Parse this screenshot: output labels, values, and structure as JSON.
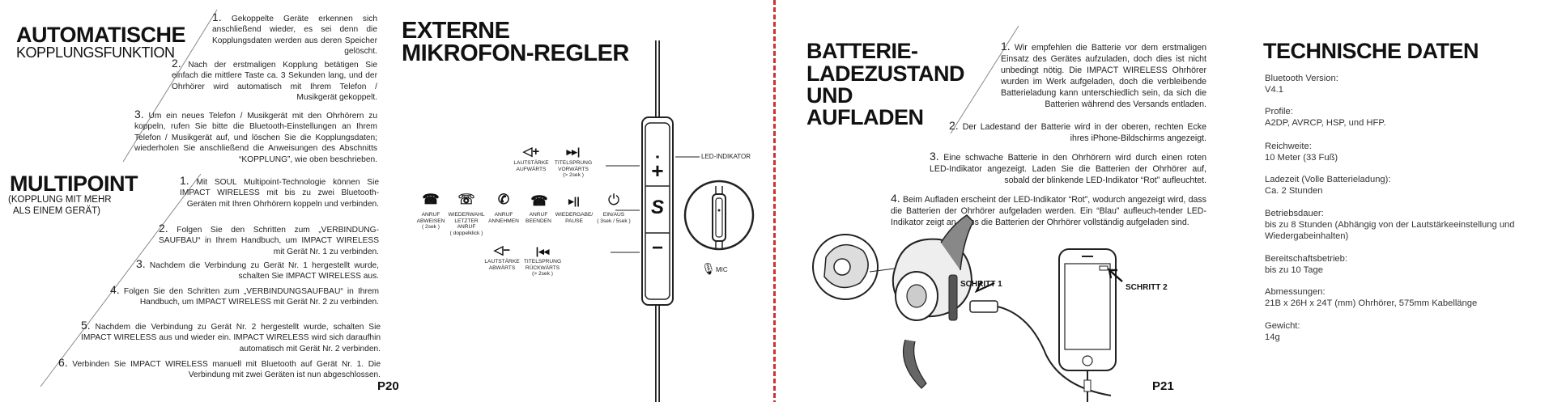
{
  "left_page": {
    "auto": {
      "title1": "AUTOMATISCHE",
      "title2": "KOPPLUNGSFUNKTION",
      "p1_num": "1.",
      "p1": "Gekoppelte Geräte erkennen sich anschließend wieder, es sei denn die Kopplungsdaten werden aus deren Speicher gelöscht.",
      "p2_num": "2.",
      "p2": "Nach der erstmaligen Kopplung betätigen Sie einfach die mittlere Taste ca. 3 Sekunden lang, und der Ohrhörer wird automatisch mit Ihrem Telefon / Musikgerät gekoppelt.",
      "p3_num": "3.",
      "p3": "Um ein neues Telefon / Musikgerät mit den Ohrhörern zu koppeln, rufen Sie bitte die Bluetooth-Einstellungen an Ihrem Telefon / Musikgerät auf, und löschen Sie die Kopplungsdaten; wiederholen Sie anschließend die Anweisungen des Abschnitts “KOPPLUNG”, wie oben beschrieben."
    },
    "multi": {
      "title": "MULTIPOINT",
      "subtitle1": "(KOPPLUNG MIT MEHR",
      "subtitle2": "ALS EINEM GERÄT)",
      "p1_num": "1.",
      "p1": "Mit SOUL Multipoint-Technologie können Sie IMPACT WIRELESS mit bis zu zwei Bluetooth-Geräten mit Ihren Ohrhörern koppeln und verbinden.",
      "p2_num": "2.",
      "p2": "Folgen Sie den Schritten zum „VERBINDUNG-SAUFBAU“ in Ihrem Handbuch, um IMPACT WIRELESS mit Gerät Nr. 1 zu verbinden.",
      "p3_num": "3.",
      "p3": "Nachdem die Verbindung zu Gerät Nr. 1 hergestellt wurde, schalten Sie IMPACT WIRELESS aus.",
      "p4_num": "4.",
      "p4": "Folgen Sie den Schritten zum „VERBINDUNGSAUFBAU“ in Ihrem Handbuch, um IMPACT WIRELESS mit Gerät Nr. 2 zu verbinden.",
      "p5_num": "5.",
      "p5": "Nachdem die Verbindung zu Gerät Nr. 2 hergestellt wurde, schalten Sie IMPACT WIRELESS aus und wieder ein. IMPACT WIRELESS wird sich daraufhin automatisch mit Gerät Nr. 2 verbinden.",
      "p6_num": "6.",
      "p6": "Verbinden Sie IMPACT WIRELESS manuell mit Bluetooth auf Gerät Nr. 1. Die Verbindung mit zwei Geräten ist nun abgeschlossen."
    },
    "mic": {
      "title1": "EXTERNE",
      "title2": "MIKROFON-REGLER",
      "led": "LED-INDIKATOR",
      "mic": "MIC",
      "vol_up_1": "LAUTSTÄRKE",
      "vol_up_2": "AUFWÄRTS",
      "next_1": "TITELSPRUNG",
      "next_2": "VORWÄRTS",
      "next_3": "(> 2sek )",
      "reject_1": "ANRUF",
      "reject_2": "ABWEISEN",
      "reject_3": "( 2sek )",
      "redial_1": "WIEDERWAHL",
      "redial_2": "LETZTER",
      "redial_3": "ANRUF",
      "redial_4": "( doppelklick )",
      "answer_1": "ANRUF",
      "answer_2": "ANNEHMEN",
      "end_1": "ANRUF",
      "end_2": "BEENDEN",
      "play_1": "WIEDERGABE/",
      "play_2": "PAUSE",
      "power_1": "EIN/AUS",
      "power_2": "( 3sek / 5sek )",
      "vol_down_1": "LAUTSTÄRKE",
      "vol_down_2": "ABWÄRTS",
      "prev_1": "TITELSPRUNG",
      "prev_2": "RÜCKWÄRTS",
      "prev_3": "(> 2sek )"
    },
    "page_num": "P20"
  },
  "right_page": {
    "battery": {
      "title1": "BATTERIE-",
      "title2": "LADEZUSTAND",
      "title3": "UND",
      "title4": "AUFLADEN",
      "p1_num": "1.",
      "p1": "Wir empfehlen die Batterie vor dem erstmaligen Einsatz des Gerätes aufzuladen, doch dies ist nicht unbedingt nötig. Die IMPACT WIRELESS Ohrhörer wurden im Werk aufgeladen, doch die verbleibende Batterieladung kann unterschiedlich sein, da sich die Batterien während des Versands entladen.",
      "p2_num": "2.",
      "p2": "Der Ladestand der Batterie wird in der oberen, rechten Ecke ihres iPhone-Bildschirms angezeigt.",
      "p3_num": "3.",
      "p3": "Eine schwache Batterie in den Ohrhörern wird durch einen roten LED-Indikator angezeigt. Laden Sie die Batterien der Ohrhörer auf, sobald der blinkende LED-Indikator “Rot” aufleuchtet.",
      "p4_num": "4.",
      "p4": "Beim Aufladen erscheint der LED-Indikator “Rot”, wodurch angezeigt wird, dass die Batterien der Ohrhörer aufgeladen werden. Ein “Blau” aufleuch-tender LED-Indikator zeigt an, dass die Batterien der Ohrhörer vollständig aufgeladen sind.",
      "step1": "SCHRITT 1",
      "step2": "SCHRITT 2"
    },
    "tech": {
      "title": "TECHNISCHE DATEN",
      "specs": [
        {
          "label": "Bluetooth Version:",
          "value": "V4.1"
        },
        {
          "label": "Profile:",
          "value": "A2DP, AVRCP, HSP, und HFP."
        },
        {
          "label": "Reichweite:",
          "value": "10 Meter (33 Fuß)"
        },
        {
          "label": "Ladezeit (Volle Batterieladung):",
          "value": "Ca. 2 Stunden"
        },
        {
          "label": "Betriebsdauer:",
          "value": "bis zu 8 Stunden (Abhängig von der Lautstärkeeinstellung und Wiedergabeinhalten)"
        },
        {
          "label": "Bereitschaftsbetrieb:",
          "value": "bis zu 10 Tage"
        },
        {
          "label": "Abmessungen:",
          "value": "21B x 26H x 24T (mm) Ohrhörer, 575mm Kabellänge"
        },
        {
          "label": "Gewicht:",
          "value": "14g"
        }
      ]
    },
    "page_num": "P21"
  },
  "icons": {
    "plus": "+",
    "minus": "−",
    "logo": "S",
    "vol_up": "◁+",
    "vol_down": "◁−",
    "next": "▸▸|",
    "prev": "|◂◂",
    "power": "⏻",
    "play": "▸||"
  }
}
